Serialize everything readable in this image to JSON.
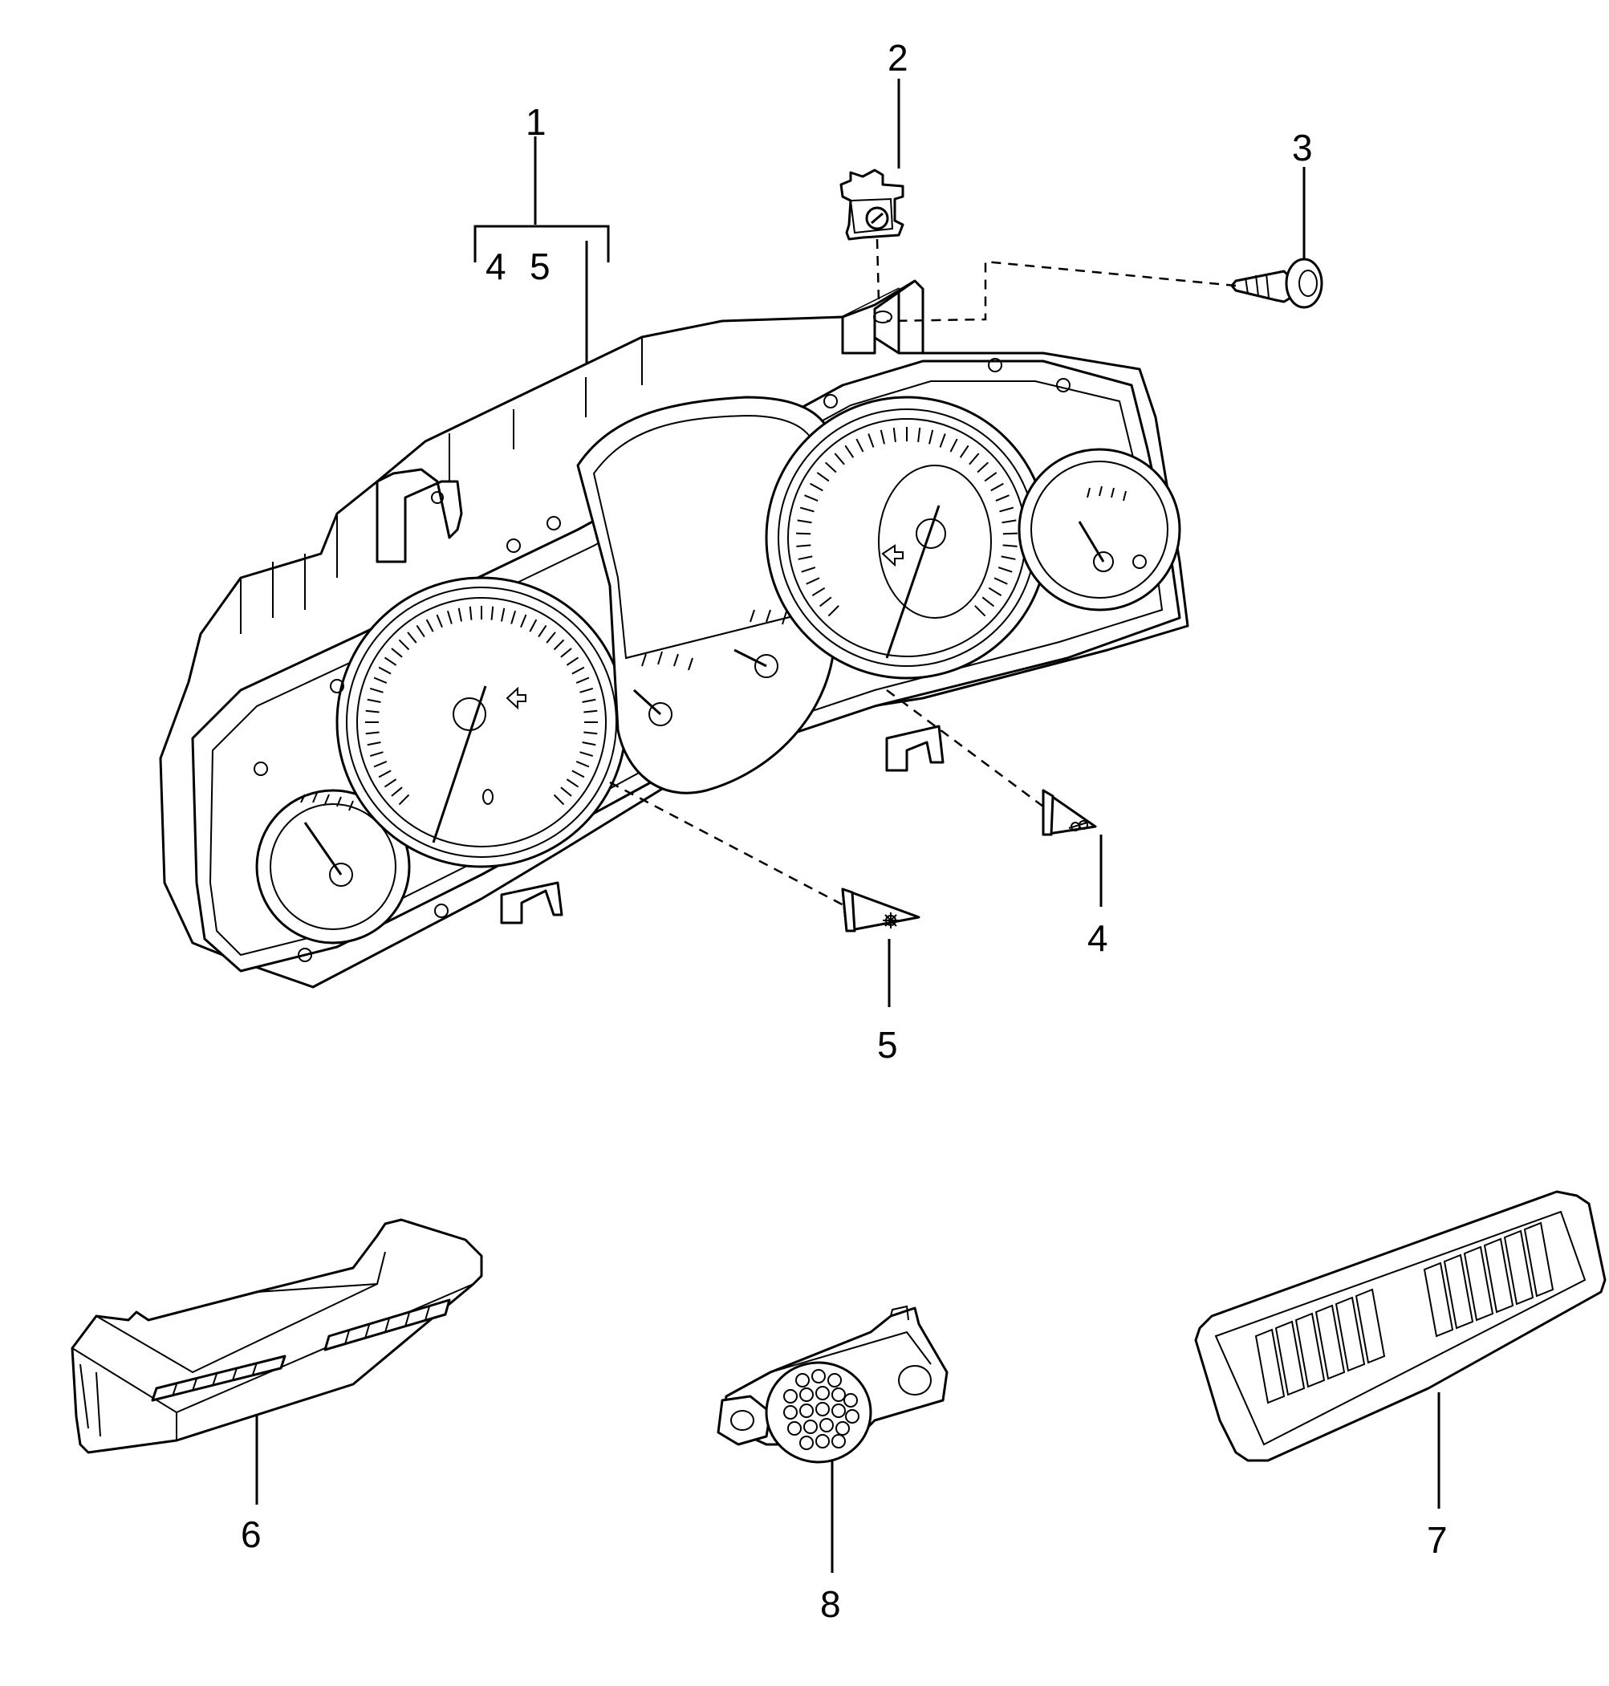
{
  "callouts": {
    "c1": "1",
    "c1_sub_a": "4",
    "c1_sub_b": "5",
    "c2": "2",
    "c3": "3",
    "c4": "4",
    "c5": "5",
    "c6": "6",
    "c7": "7",
    "c8": "8"
  },
  "colors": {
    "line": "#000000",
    "background": "#ffffff"
  }
}
